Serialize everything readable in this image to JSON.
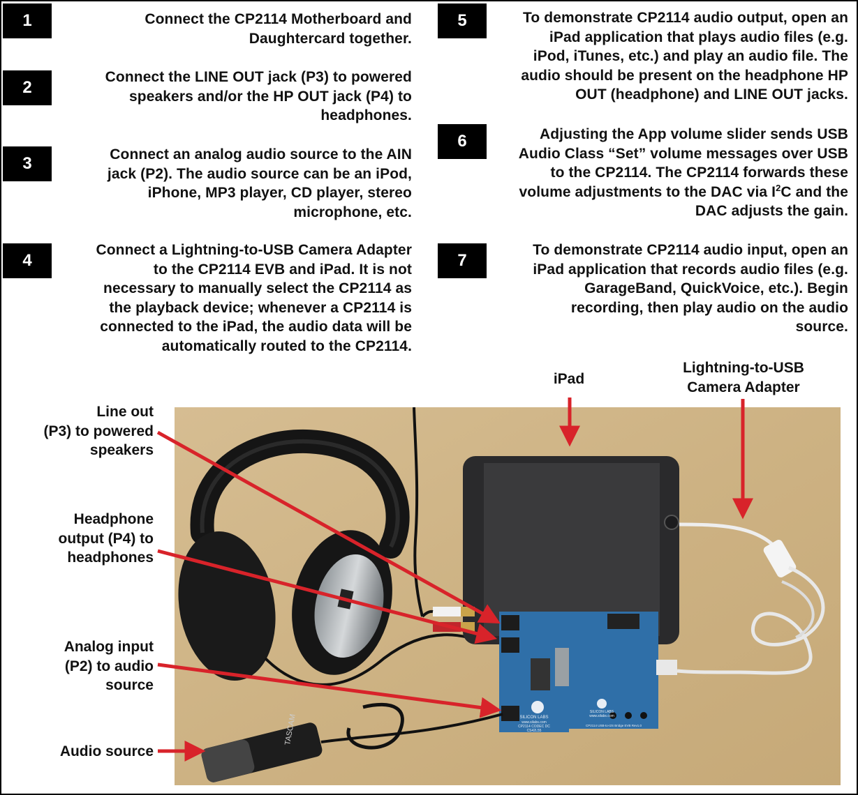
{
  "steps": [
    {
      "number": "1",
      "text": "Connect the CP2114 Motherboard and\nDaughtercard together."
    },
    {
      "number": "2",
      "text": "Connect the LINE OUT jack (P3) to powered\nspeakers and/or the HP OUT jack (P4) to\nheadphones."
    },
    {
      "number": "3",
      "text": "Connect an analog audio source to the AIN\njack (P2).  The audio source can be an iPod,\niPhone, MP3 player, CD player, stereo\nmicrophone, etc."
    },
    {
      "number": "4",
      "text": "Connect a Lightning-to-USB Camera Adapter\nto the CP2114 EVB and iPad. It is not\nnecessary to manually select the CP2114 as\nthe playback device; whenever a CP2114 is\nconnected to the iPad, the audio data will be\nautomatically routed to the CP2114."
    },
    {
      "number": "5",
      "text": "To demonstrate CP2114 audio output, open an\niPad application that plays audio files (e.g.\niPod, iTunes, etc.) and play an audio file.  The\naudio should be present on the headphone HP\nOUT (headphone) and LINE OUT jacks."
    },
    {
      "number": "6",
      "text_before_sup": "Adjusting the App volume slider sends USB\nAudio Class “Set” volume messages over USB\nto the CP2114. The CP2114 forwards these\nvolume adjustments to the DAC via I",
      "sup": "2",
      "text_after_sup": "C and the\nDAC adjusts the gain."
    },
    {
      "number": "7",
      "text": "To demonstrate CP2114 audio input, open an\niPad application that records audio files (e.g.\nGarageBand, QuickVoice, etc.).  Begin\nrecording, then play audio on the audio\nsource."
    }
  ],
  "callouts": {
    "line_out": "Line out\n(P3) to powered\nspeakers",
    "headphone_out": "Headphone\noutput (P4) to\nheadphones",
    "analog_in": "Analog input\n(P2) to audio\nsource",
    "audio_source": "Audio source",
    "ipad": "iPad",
    "adapter": "Lightning-to-USB\nCamera Adapter"
  },
  "photo_labels": {
    "tascam": "TASCAM",
    "silicon_labs_left": "SILICON LABS",
    "silicon_labs_right": "SILICON LABS",
    "codec_board": "CP2114 CODEC DC",
    "codec_part": "CS42L55",
    "url_left": "www.silabs.com",
    "url_right": "www.silabs.com",
    "motherboard": "CP2114 USB-to-I2S Bridge EVB Rev1.0"
  },
  "colors": {
    "arrow": "#d8232a",
    "table": "#cfb58a",
    "board": "#2f6fa8",
    "ipad_body": "#2a2a2c"
  }
}
